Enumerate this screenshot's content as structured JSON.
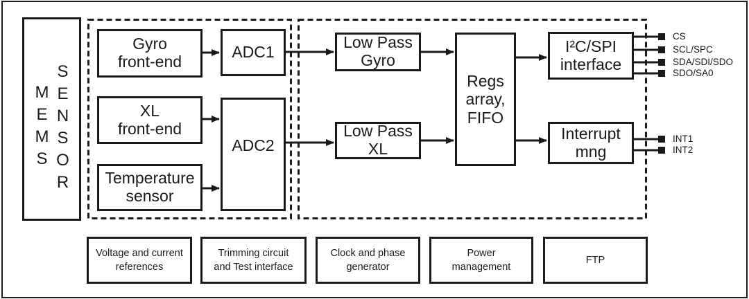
{
  "colors": {
    "ink": "#1a1a1a",
    "background": "#ffffff"
  },
  "mems_sensor": {
    "word1": "MEMS",
    "word2": "SENSOR"
  },
  "blocks": {
    "gyro_front_end": "Gyro\nfront-end",
    "adc1": "ADC1",
    "xl_front_end": "XL\nfront-end",
    "temperature_sensor": "Temperature\nsensor",
    "adc2": "ADC2",
    "low_pass_gyro": "Low Pass\nGyro",
    "low_pass_xl": "Low Pass\nXL",
    "regs_array_fifo": "Regs\narray,\nFIFO",
    "i2c_spi_interface": "I²C/SPI\ninterface",
    "interrupt_mng": "Interrupt\nmng"
  },
  "support_blocks": [
    {
      "label": "Voltage and current\nreferences"
    },
    {
      "label": "Trimming circuit\nand Test interface"
    },
    {
      "label": "Clock and phase\ngenerator"
    },
    {
      "label": "Power\nmanagement"
    },
    {
      "label": "FTP"
    }
  ],
  "pins": [
    {
      "label": "CS"
    },
    {
      "label": "SCL/SPC"
    },
    {
      "label": "SDA/SDI/SDO"
    },
    {
      "label": "SDO/SA0"
    },
    {
      "label": "INT1"
    },
    {
      "label": "INT2"
    }
  ]
}
